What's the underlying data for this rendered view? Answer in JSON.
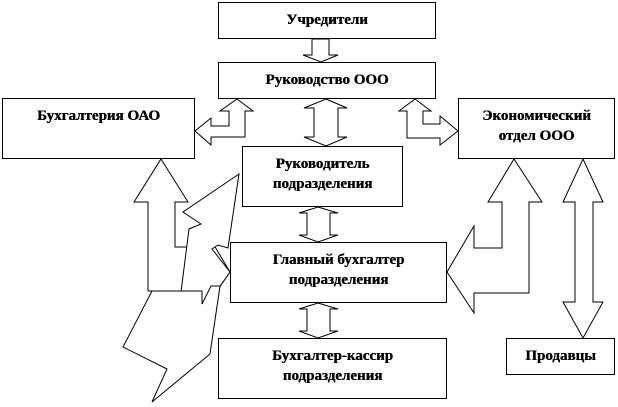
{
  "diagram": {
    "type": "org-structure-flowchart",
    "nodes": {
      "founders": {
        "line1": "Учредители"
      },
      "management": {
        "line1": "Руководство ООО"
      },
      "accounting_oao": {
        "line1": "Бухгалтерия ОАО"
      },
      "economic_dept": {
        "line1": "Экономический",
        "line2": "отдел ООО"
      },
      "unit_head": {
        "line1": "Руководитель",
        "line2": "подразделения"
      },
      "chief_accountant": {
        "line1": "Главный бухгалтер",
        "line2": "подразделения"
      },
      "cashier": {
        "line1": "Бухгалтер-кассир",
        "line2": "подразделения"
      },
      "sellers": {
        "line1": "Продавцы"
      }
    },
    "edges": [
      {
        "from": "founders",
        "to": "management",
        "direction": "one-way"
      },
      {
        "from": "management",
        "to": "unit_head",
        "direction": "two-way"
      },
      {
        "from": "management",
        "to": "accounting_oao",
        "direction": "two-way"
      },
      {
        "from": "management",
        "to": "economic_dept",
        "direction": "two-way"
      },
      {
        "from": "unit_head",
        "to": "chief_accountant",
        "direction": "two-way"
      },
      {
        "from": "chief_accountant",
        "to": "cashier",
        "direction": "two-way"
      },
      {
        "from": "accounting_oao",
        "to": "chief_accountant",
        "direction": "two-way"
      },
      {
        "from": "economic_dept",
        "to": "chief_accountant",
        "direction": "two-way"
      },
      {
        "from": "economic_dept",
        "to": "sellers",
        "direction": "two-way"
      },
      {
        "from": "cashier",
        "to": "unit_head",
        "direction": "one-way",
        "style": "lightning"
      },
      {
        "from": "chief_accountant",
        "to": "unit_head",
        "direction": "one-way",
        "style": "lightning"
      }
    ]
  }
}
